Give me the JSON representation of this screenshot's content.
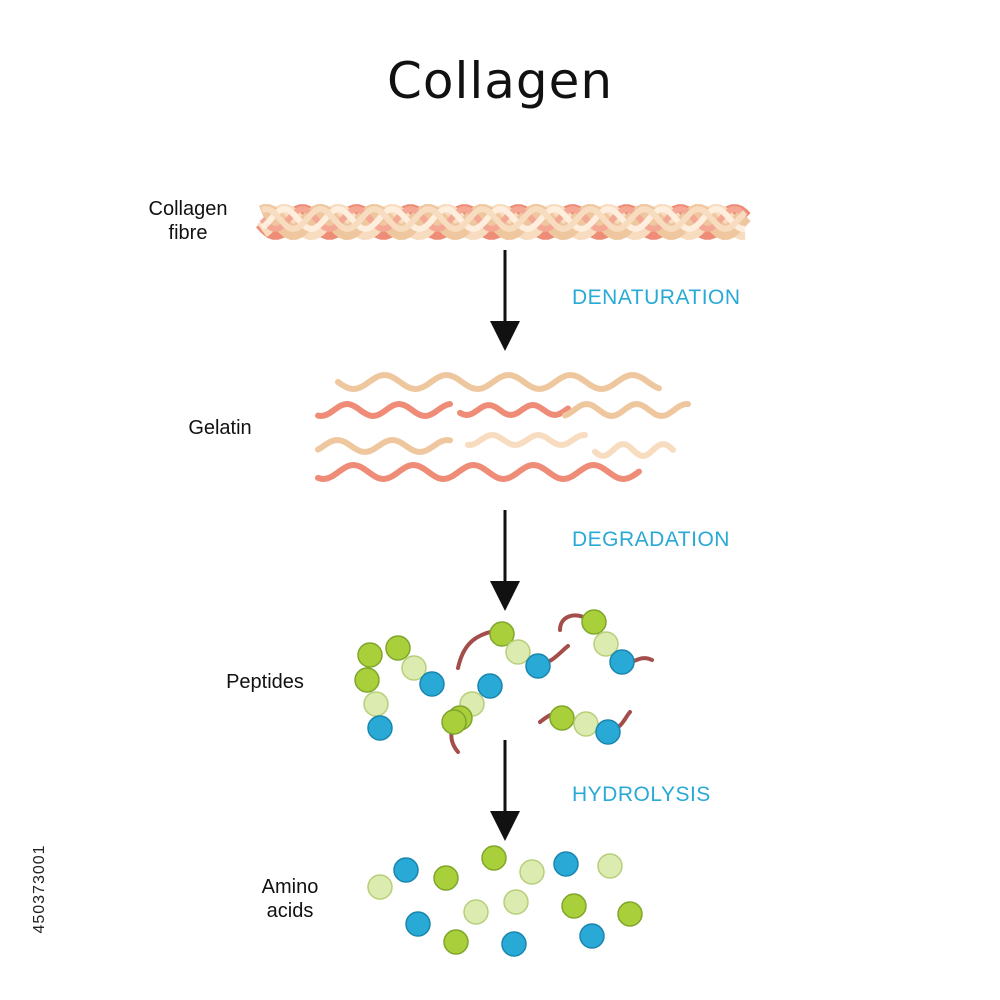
{
  "title": "Collagen",
  "stages": {
    "fibre": "Collagen\nfibre",
    "gelatin": "Gelatin",
    "peptides": "Peptides",
    "amino": "Amino\nacids"
  },
  "steps": {
    "denaturation": "DENATURATION",
    "degradation": "DEGRADATION",
    "hydrolysis": "HYDROLYSIS"
  },
  "stock_id": "450373001",
  "colors": {
    "step_text": "#29a9d6",
    "strand_tan": "#efc79f",
    "strand_salmon": "#ee8c77",
    "strand_cream": "#f8dcc0",
    "bead_green": "#a9cf3b",
    "bead_light_green": "#dcebb0",
    "bead_blue": "#29a9d6",
    "peptide_link": "#a34e4b"
  }
}
